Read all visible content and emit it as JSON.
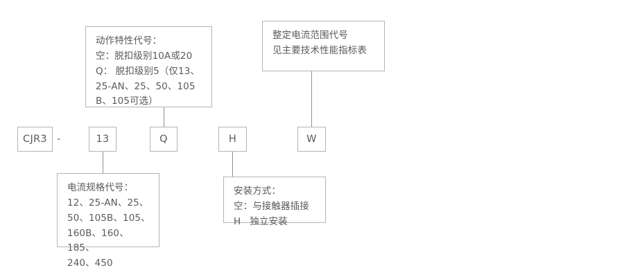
{
  "diagram": {
    "title": "CJR3 model designation breakdown",
    "line_color": "#8f8f8f",
    "border_color": "#b4b4b4",
    "text_color": "#5a5a5a"
  },
  "notes": {
    "action_characteristic": {
      "name": "动作特性代号",
      "text": "动作特性代号：\n空：脱扣级别10A或20\nQ： 脱扣级别5（仅13、\n25-AN、25、50、105\nB、105可选）"
    },
    "setting_current_range": {
      "name": "整定电流范围代号",
      "text": "整定电流范围代号\n见主要技术性能指标表"
    },
    "current_rating": {
      "name": "电流规格代号",
      "text": "电流规格代号：\n12、25-AN、25、\n50、105B、105、\n160B、160、185、\n240、450"
    },
    "mounting_type": {
      "name": "安装方式",
      "text": "安装方式：\n空：与接触器插接\nH   独立安装"
    }
  },
  "code_row": {
    "series": "CJR3",
    "separator": "-",
    "current_rating_code": "13",
    "action_characteristic_code": "Q",
    "mounting_code": "H",
    "setting_range_code": "W"
  }
}
